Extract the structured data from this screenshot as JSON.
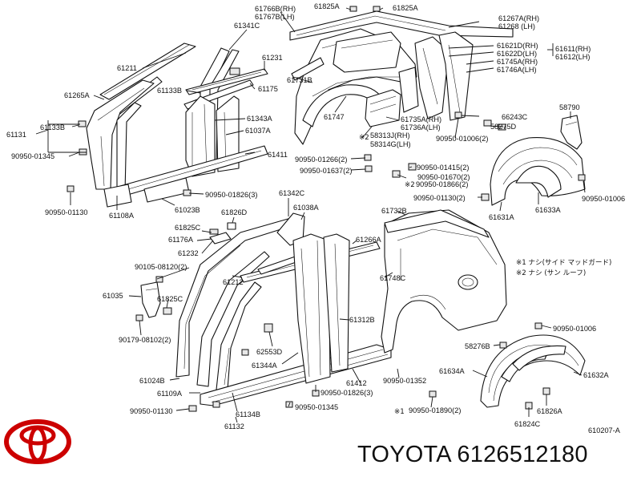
{
  "labels": {
    "p61766": "61766B(RH)",
    "p61767": "61767B(LH)",
    "p61825A_1": "61825A",
    "p61825A_2": "61825A",
    "p61267": "61267A(RH)",
    "p61268": "61268 (LH)",
    "p61341C": "61341C",
    "p61211": "61211",
    "p61231": "61231",
    "p61621D": "61621D(RH)",
    "p61622D": "61622D(LH)",
    "p61611": "61611(RH)",
    "p61612": "61612(LH)",
    "p61745A": "61745A(RH)",
    "p61746A": "61746A(LH)",
    "p61731B": "61731B",
    "p61133B_1": "61133B",
    "p61175": "61175",
    "p61265A": "61265A",
    "p61343A": "61343A",
    "p61037A": "61037A",
    "p61133B_2": "61133B",
    "p61131": "61131",
    "p61747": "61747",
    "p61735A": "61735A(RH)",
    "p61736A": "61736A(LH)",
    "p66243C": "66243C",
    "p58275D": "58275D",
    "p58790": "58790",
    "p58313J": "58313J(RH)",
    "p58314G": "58314G(LH)",
    "p90950_01006_2": "90950-01006(2)",
    "p90950_01345_a": "90950-01345",
    "p61411": "61411",
    "p90950_01266": "90950-01266(2)",
    "p90950_01637": "90950-01637(2)",
    "p90950_01415": "90950-01415(2)",
    "p90950_01670": "90950-01670(2)",
    "p90950_01866": "90950-01866(2)",
    "p90950_01826_a": "90950-01826(3)",
    "p90950_01130_a": "90950-01130",
    "p61108A": "61108A",
    "p61023B": "61023B",
    "p90950_01130_2": "90950-01130(2)",
    "p90950_01006_a": "90950-01006",
    "p61631A": "61631A",
    "p61633A": "61633A",
    "p61342C": "61342C",
    "p61038A": "61038A",
    "p61732B": "61732B",
    "p61825C_1": "61825C",
    "p61826D": "61826D",
    "p61176A": "61176A",
    "p61266A": "61266A",
    "p61232": "61232",
    "p90105_08120": "90105-08120(2)",
    "p61212": "61212",
    "p61748C": "61748C",
    "p61035": "61035",
    "p61825C_2": "61825C",
    "p61312B": "61312B",
    "p90179_08102": "90179-08102(2)",
    "p90950_01006_b": "90950-01006",
    "p62553D": "62553D",
    "p58276B": "58276B",
    "p61344A": "61344A",
    "p61634A": "61634A",
    "p61632A": "61632A",
    "p61024B": "61024B",
    "p90950_01352": "90950-01352",
    "p61412": "61412",
    "p61109A": "61109A",
    "p90950_01826_b": "90950-01826(3)",
    "p90950_01130_b": "90950-01130",
    "p90950_01345_b": "90950-01345",
    "p61134B": "61134B",
    "p90950_01890": "90950-01890(2)",
    "p61826A": "61826A",
    "p61824C": "61824C",
    "p61132": "61132"
  },
  "marks": {
    "note1": "※1",
    "note2": "※2",
    "note2b": "※2",
    "note1b": "※1"
  },
  "notes": {
    "line1": "※1 ナシ(サイド マッドガード)",
    "line2": "※2 ナシ (サン ルーフ)"
  },
  "diagram_code": "610207-A",
  "footer": {
    "brand": "TOYOTA",
    "part_number": "6126512180"
  },
  "colors": {
    "logo": "#cc0000",
    "ink": "#111111"
  }
}
